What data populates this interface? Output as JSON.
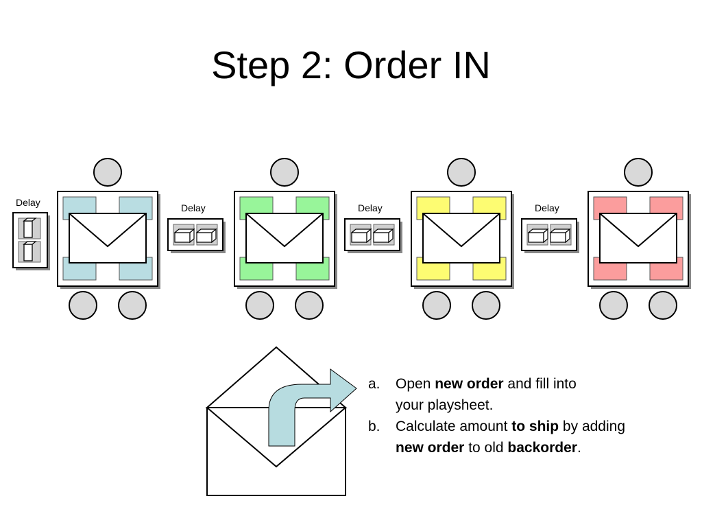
{
  "title": "Step 2: Order IN",
  "delay_label": "Delay",
  "stations": [
    {
      "id": "retailer",
      "color": "#b9dde2"
    },
    {
      "id": "wholesaler",
      "color": "#98f59a"
    },
    {
      "id": "distributor",
      "color": "#fdfc72"
    },
    {
      "id": "factory",
      "color": "#fb9d9d"
    }
  ],
  "instructions": [
    {
      "marker": "a.",
      "parts": [
        {
          "text": "Open ",
          "bold": false
        },
        {
          "text": "new order",
          "bold": true
        },
        {
          "text": " and fill into",
          "bold": false
        },
        {
          "text": "your playsheet.",
          "bold": false,
          "newline": true
        }
      ]
    },
    {
      "marker": "b.",
      "parts": [
        {
          "text": "Calculate amount ",
          "bold": false
        },
        {
          "text": "to ship",
          "bold": true
        },
        {
          "text": " by adding",
          "bold": false
        },
        {
          "text": "new order",
          "bold": true,
          "newline": true
        },
        {
          "text": " to old ",
          "bold": false
        },
        {
          "text": "backorder",
          "bold": true
        },
        {
          "text": ".",
          "bold": false
        }
      ]
    }
  ],
  "colors": {
    "circle_fill": "#d9d9d9",
    "arrow_fill": "#b7dce0",
    "shadow": "#888888"
  }
}
